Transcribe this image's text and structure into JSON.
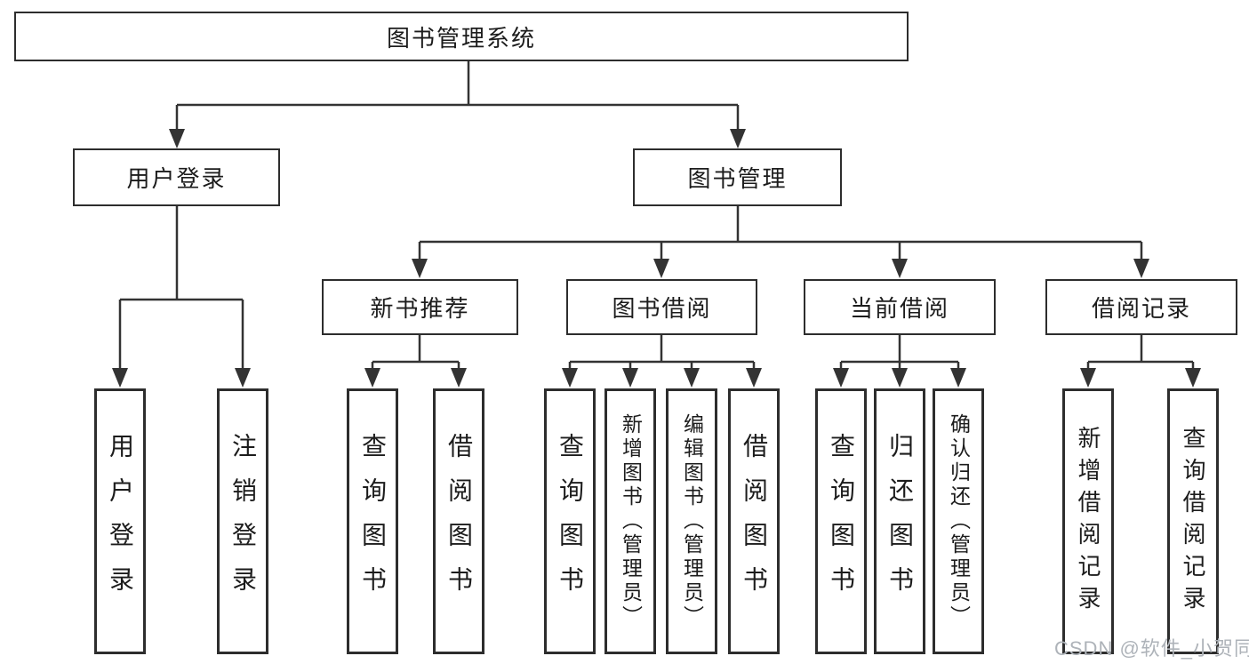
{
  "tree": {
    "label": "图书管理系统",
    "children": [
      {
        "label": "用户登录",
        "children": [
          {
            "label": "用户登录"
          },
          {
            "label": "注销登录"
          }
        ]
      },
      {
        "label": "图书管理",
        "children": [
          {
            "label": "新书推荐",
            "children": [
              {
                "label": "查询图书"
              },
              {
                "label": "借阅图书"
              }
            ]
          },
          {
            "label": "图书借阅",
            "children": [
              {
                "label": "查询图书"
              },
              {
                "label": "新增图书（管理员）"
              },
              {
                "label": "编辑图书（管理员）"
              },
              {
                "label": "借阅图书"
              }
            ]
          },
          {
            "label": "当前借阅",
            "children": [
              {
                "label": "查询图书"
              },
              {
                "label": "归还图书"
              },
              {
                "label": "确认归还（管理员）"
              }
            ]
          },
          {
            "label": "借阅记录",
            "children": [
              {
                "label": "新增借阅记录"
              },
              {
                "label": "查询借阅记录"
              }
            ]
          }
        ]
      }
    ]
  },
  "watermark": {
    "text": "CSDN @软件_小贺同学"
  },
  "colors": {
    "line": "#333333",
    "box_border": "#2d2d2d",
    "text": "#1c1c1c",
    "watermark": "#aeb3b9",
    "background": "#ffffff"
  }
}
